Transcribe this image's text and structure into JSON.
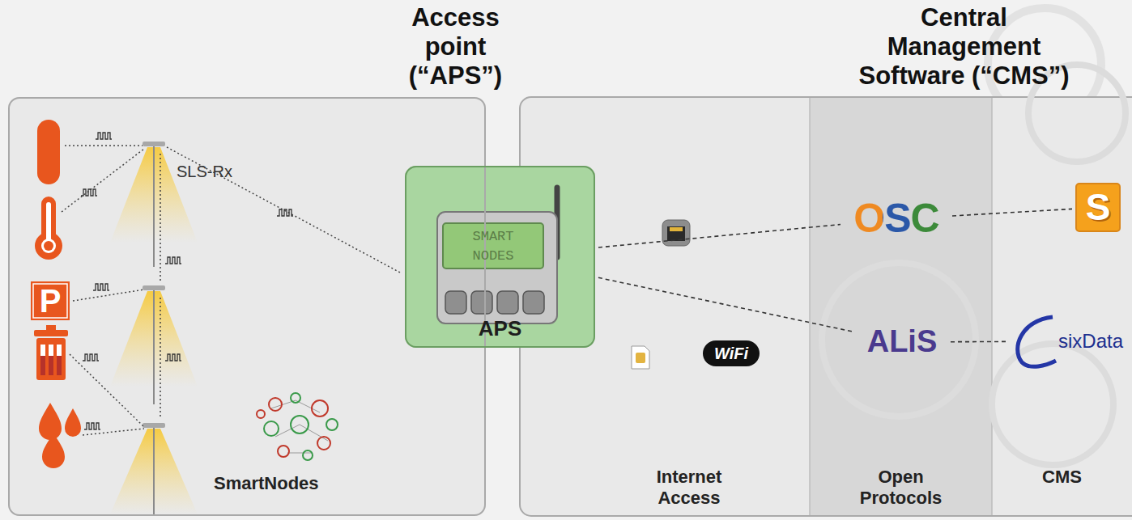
{
  "diagram": {
    "nodes": [
      {
        "text": [
          "SmartNodes"
        ]
      },
      {
        "text": [
          "APS"
        ]
      },
      {
        "text": [
          "Internet Access"
        ]
      },
      {
        "text": [
          "Open Protocols"
        ]
      },
      {
        "text": [
          "CMS"
        ]
      },
      {
        "text": [
          "OSC"
        ],
        "in": 3
      },
      {
        "text": [
          "ALiS"
        ],
        "in": 3
      },
      {
        "text": [
          "S"
        ],
        "in": 4
      },
      {
        "text": [
          "sixData"
        ],
        "in": 4
      }
    ],
    "edges": [
      {
        "from": 1,
        "to": 5,
        "arrow": "none"
      },
      {
        "from": 1,
        "to": 6,
        "arrow": "none"
      },
      {
        "from": 5,
        "to": 7,
        "arrow": "none"
      },
      {
        "from": 6,
        "to": 8,
        "arrow": "none"
      }
    ],
    "labels": [
      "Access point (“APS”)",
      "Central Management Software (“CMS”)",
      "SLS-Rx",
      "P",
      "SMART NODES",
      "WiFi"
    ]
  }
}
